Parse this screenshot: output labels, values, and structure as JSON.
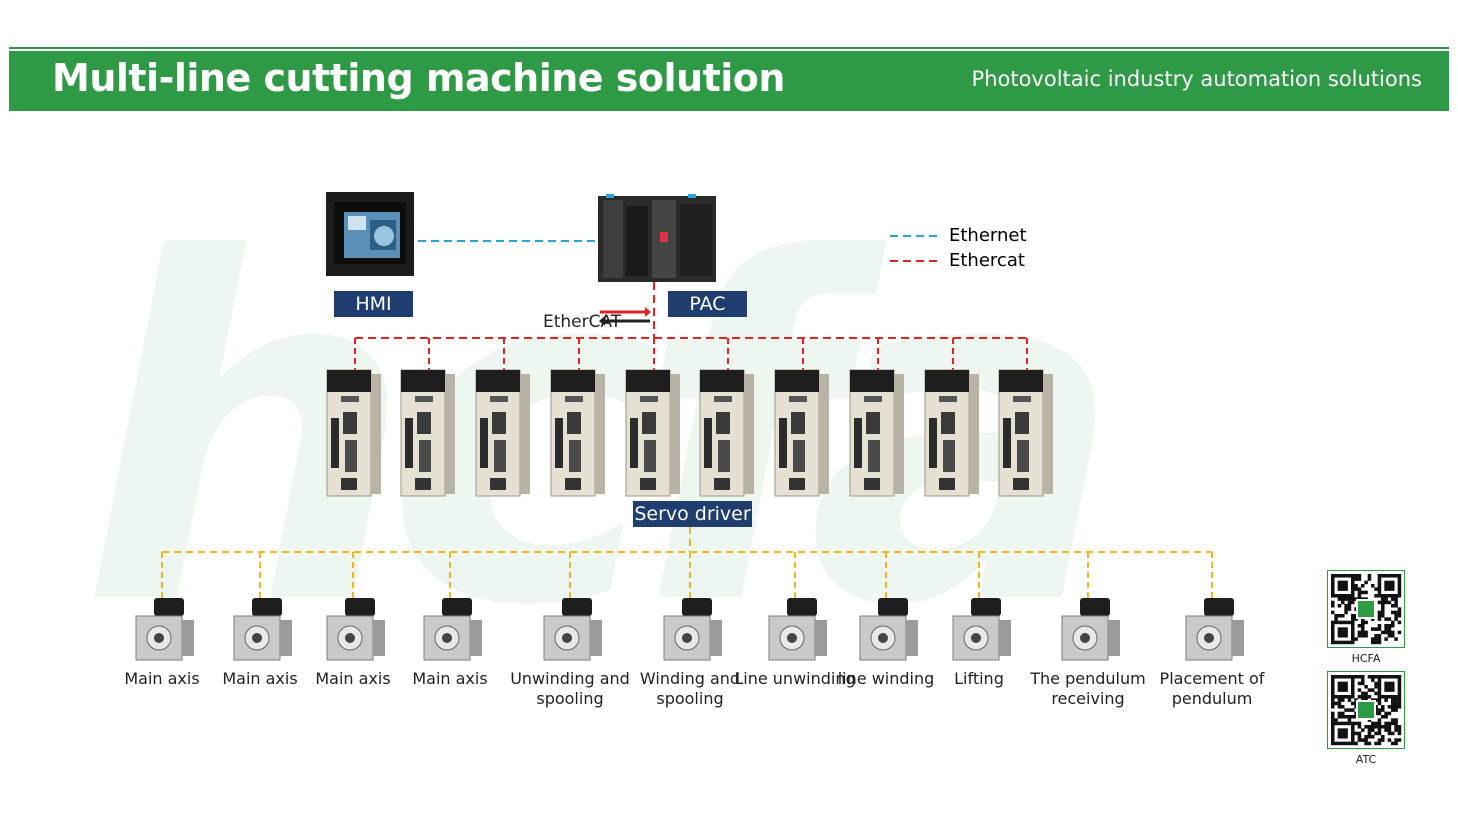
{
  "header": {
    "title": "Multi-line cutting machine solution",
    "subtitle": "Photovoltaic industry automation solutions"
  },
  "watermark": {
    "text": "hcfa"
  },
  "legend": {
    "ethernet": {
      "label": "Ethernet",
      "color": "#2aa3d8"
    },
    "ethercat": {
      "label": "Ethercat",
      "color": "#e02424"
    }
  },
  "devices": {
    "hmi_label": "HMI",
    "pac_label": "PAC",
    "ethercat_logo": "EtherCAT",
    "servo_label": "Servo driver",
    "servo_count": 10
  },
  "motors": [
    {
      "label": "Main axis"
    },
    {
      "label": "Main axis"
    },
    {
      "label": "Main axis"
    },
    {
      "label": "Main axis"
    },
    {
      "label": "Unwinding and spooling"
    },
    {
      "label": "Winding and spooling"
    },
    {
      "label": "Line unwinding"
    },
    {
      "label": "line winding"
    },
    {
      "label": "Lifting"
    },
    {
      "label": "The pendulum receiving"
    },
    {
      "label": "Placement of pendulum"
    }
  ],
  "qr_codes": [
    {
      "label": "HCFA"
    },
    {
      "label": "ATC"
    }
  ],
  "colors": {
    "brand_green": "#2e9a45",
    "tag_blue": "#1f3d6e",
    "motor_line": "#f0b429"
  }
}
